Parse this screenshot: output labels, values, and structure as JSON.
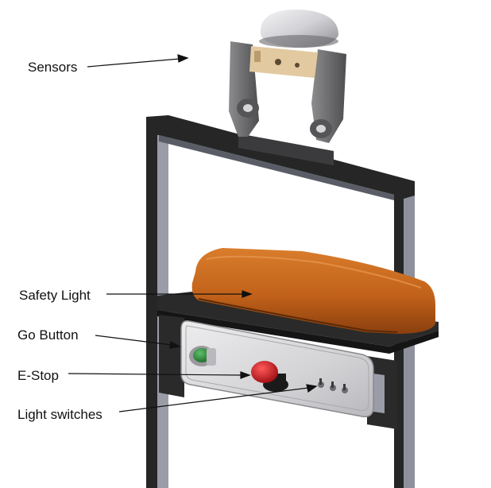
{
  "labels": {
    "sensors": "Sensors",
    "safety_light": "Safety Light",
    "go_button": "Go Button",
    "e_stop": "E-Stop",
    "light_switches": "Light switches"
  },
  "colors": {
    "frame": "#262626",
    "frame_side": "#9a9ca8",
    "safety_light": "#c8661a",
    "panel": "#d8d8da",
    "go_button": "#2f8a3e",
    "e_stop": "#c8161c",
    "sensor_dome": "#cfcfd2",
    "bracket": "#6e6e70"
  }
}
